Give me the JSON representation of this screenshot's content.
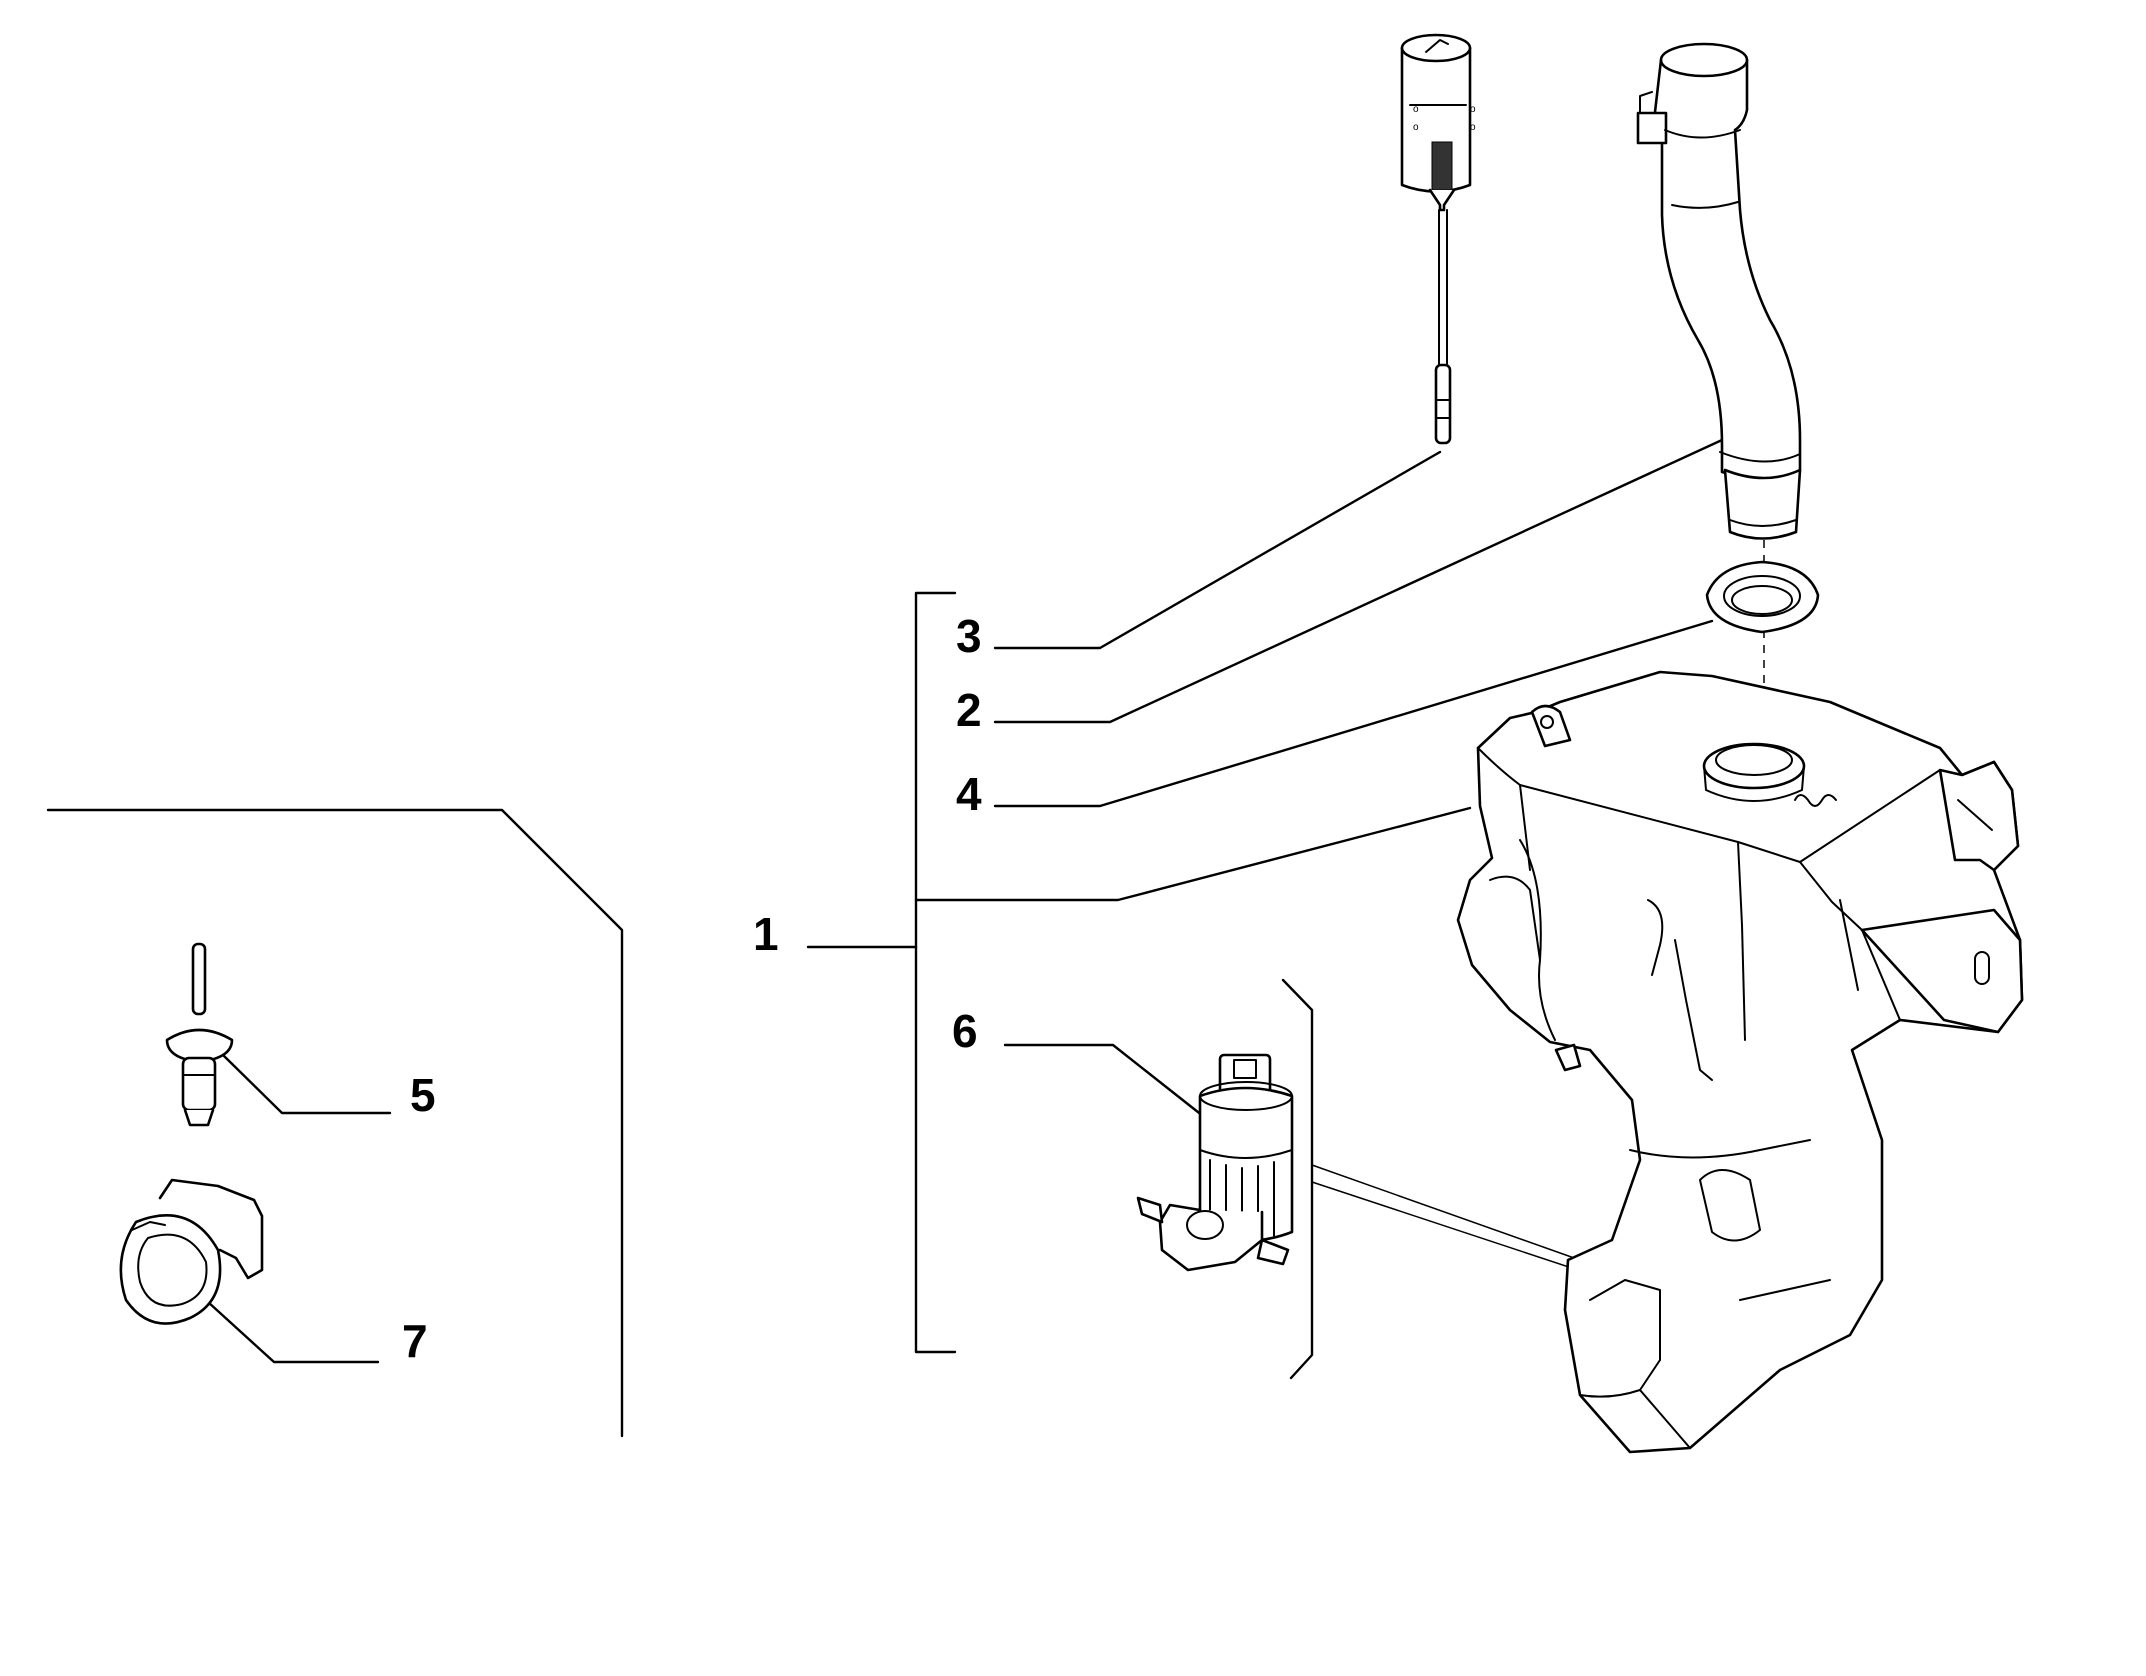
{
  "diagram": {
    "callouts": [
      {
        "id": "1",
        "label": "1"
      },
      {
        "id": "2",
        "label": "2"
      },
      {
        "id": "3",
        "label": "3"
      },
      {
        "id": "4",
        "label": "4"
      },
      {
        "id": "5",
        "label": "5"
      },
      {
        "id": "6",
        "label": "6"
      },
      {
        "id": "7",
        "label": "7"
      }
    ],
    "parts": [
      {
        "callout": "1",
        "icon": "washer-fluid-reservoir-icon"
      },
      {
        "callout": "2",
        "icon": "filler-neck-hose-icon"
      },
      {
        "callout": "3",
        "icon": "level-sensor-dipstick-icon"
      },
      {
        "callout": "4",
        "icon": "rubber-grommet-seal-icon"
      },
      {
        "callout": "5",
        "icon": "push-rivet-icon"
      },
      {
        "callout": "6",
        "icon": "washer-pump-icon"
      },
      {
        "callout": "7",
        "icon": "hose-clip-icon"
      }
    ]
  }
}
